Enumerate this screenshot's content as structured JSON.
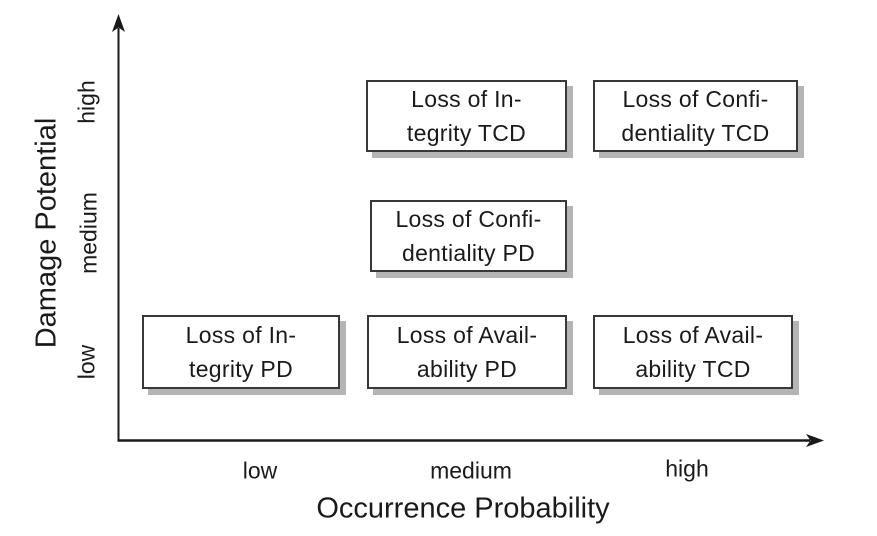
{
  "chart_data": {
    "type": "scatter",
    "title": "",
    "xlabel": "Occurrence Probability",
    "ylabel": "Damage Potential",
    "x_ticks": [
      "low",
      "medium",
      "high"
    ],
    "y_ticks": [
      "low",
      "medium",
      "high"
    ],
    "grid": false,
    "legend": false,
    "points": [
      {
        "x": "medium",
        "y": "high",
        "label": "Loss of Integrity TCD",
        "lines": [
          "Loss of In-",
          "tegrity TCD"
        ]
      },
      {
        "x": "high",
        "y": "high",
        "label": "Loss of Confidentiality TCD",
        "lines": [
          "Loss of Confi-",
          "dentiality TCD"
        ]
      },
      {
        "x": "medium",
        "y": "medium",
        "label": "Loss of Confidentiality PD",
        "lines": [
          "Loss of Confi-",
          "dentiality PD"
        ]
      },
      {
        "x": "low",
        "y": "low",
        "label": "Loss of Integrity PD",
        "lines": [
          "Loss of In-",
          "tegrity PD"
        ]
      },
      {
        "x": "medium",
        "y": "low",
        "label": "Loss of Availability PD",
        "lines": [
          "Loss of Avail-",
          "ability PD"
        ]
      },
      {
        "x": "high",
        "y": "low",
        "label": "Loss of Availability TCD",
        "lines": [
          "Loss of Avail-",
          "ability TCD"
        ]
      }
    ]
  },
  "colors": {
    "background": "#ffffff",
    "axis": "#1a1a1a",
    "text": "#1a1a1a",
    "box_border": "#383838",
    "box_shadow": "#b4b4b4"
  }
}
